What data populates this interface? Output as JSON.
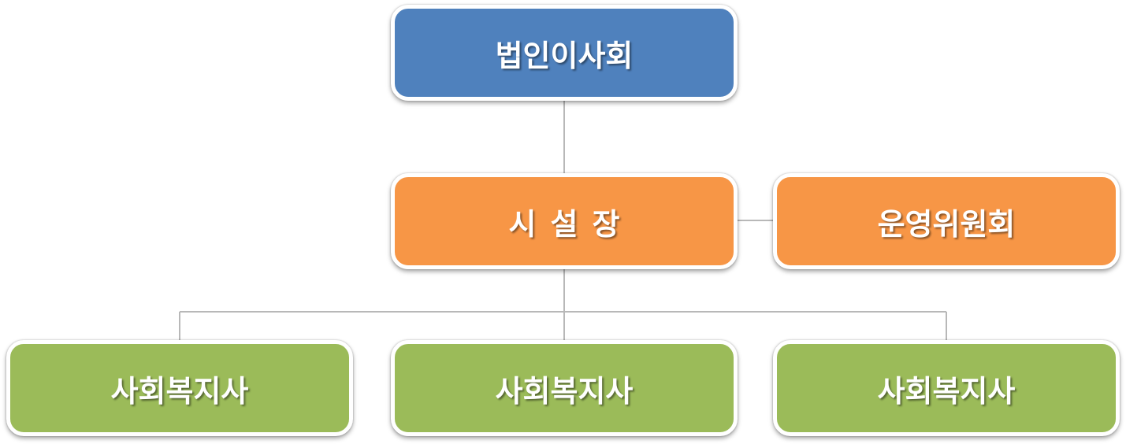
{
  "colors": {
    "top_level": "#4f81bd",
    "middle_level": "#f79646",
    "bottom_level": "#9bbb59",
    "connector": "#b8b8b8"
  },
  "nodes": {
    "board": "법인이사회",
    "director": "시설장",
    "committee": "운영위원회",
    "social_worker_1": "사회복지사",
    "social_worker_2": "사회복지사",
    "social_worker_3": "사회복지사"
  }
}
